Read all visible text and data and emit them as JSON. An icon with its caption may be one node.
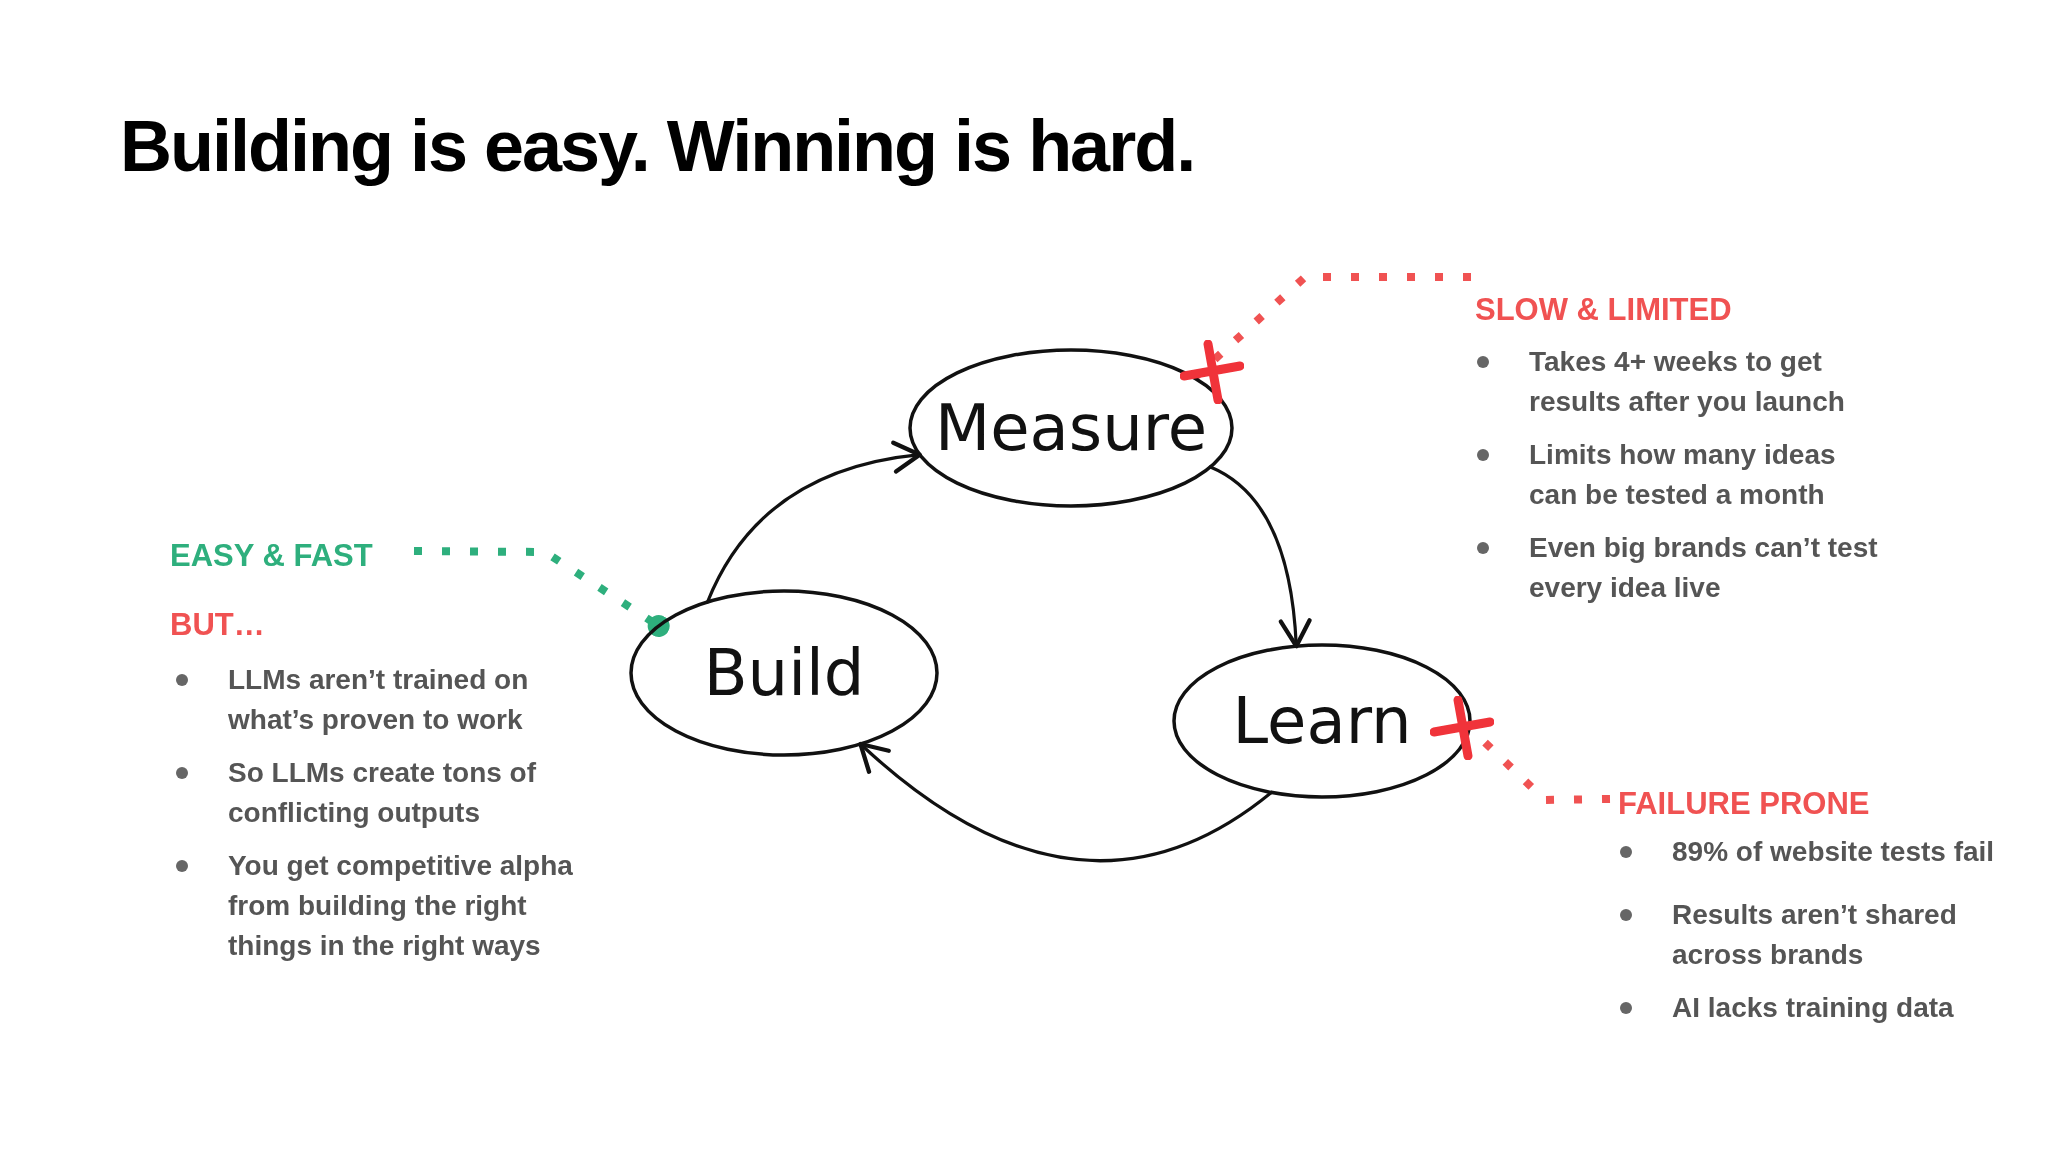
{
  "diagram": {
    "title": "Building is easy. Winning is hard.",
    "nodes": [
      {
        "text": [
          "Measure"
        ]
      },
      {
        "text": [
          "Build"
        ]
      },
      {
        "text": [
          "Learn"
        ]
      },
      {
        "text": [
          "EASY & FAST"
        ]
      },
      {
        "text": [
          "SLOW & LIMITED"
        ]
      },
      {
        "text": [
          "FAILURE PRONE"
        ]
      }
    ],
    "edges": [
      {
        "from": 1,
        "to": 0,
        "arrow": "to"
      },
      {
        "from": 0,
        "to": 2,
        "arrow": "to"
      },
      {
        "from": 2,
        "to": 1,
        "arrow": "to"
      },
      {
        "from": 3,
        "to": 1,
        "arrow": "other",
        "style": "dashed",
        "color": "#2eaf7d"
      },
      {
        "from": 4,
        "to": 0,
        "arrow": "none",
        "style": "dashed",
        "color": "#f05252"
      },
      {
        "from": 5,
        "to": 2,
        "arrow": "none",
        "style": "dashed",
        "color": "#f05252"
      }
    ],
    "labels": [
      "BUT…",
      "LLMs aren’t trained on what’s proven to work",
      "So LLMs create tons of conflicting outputs",
      "You get competitive alpha from building the right things in the right ways",
      "Takes 4+ weeks to get results after you launch",
      "Limits how many ideas can be tested a month",
      "Even big brands can’t test every idea live",
      "89% of website tests fail",
      "Results aren’t shared across brands",
      "AI lacks training data"
    ]
  }
}
